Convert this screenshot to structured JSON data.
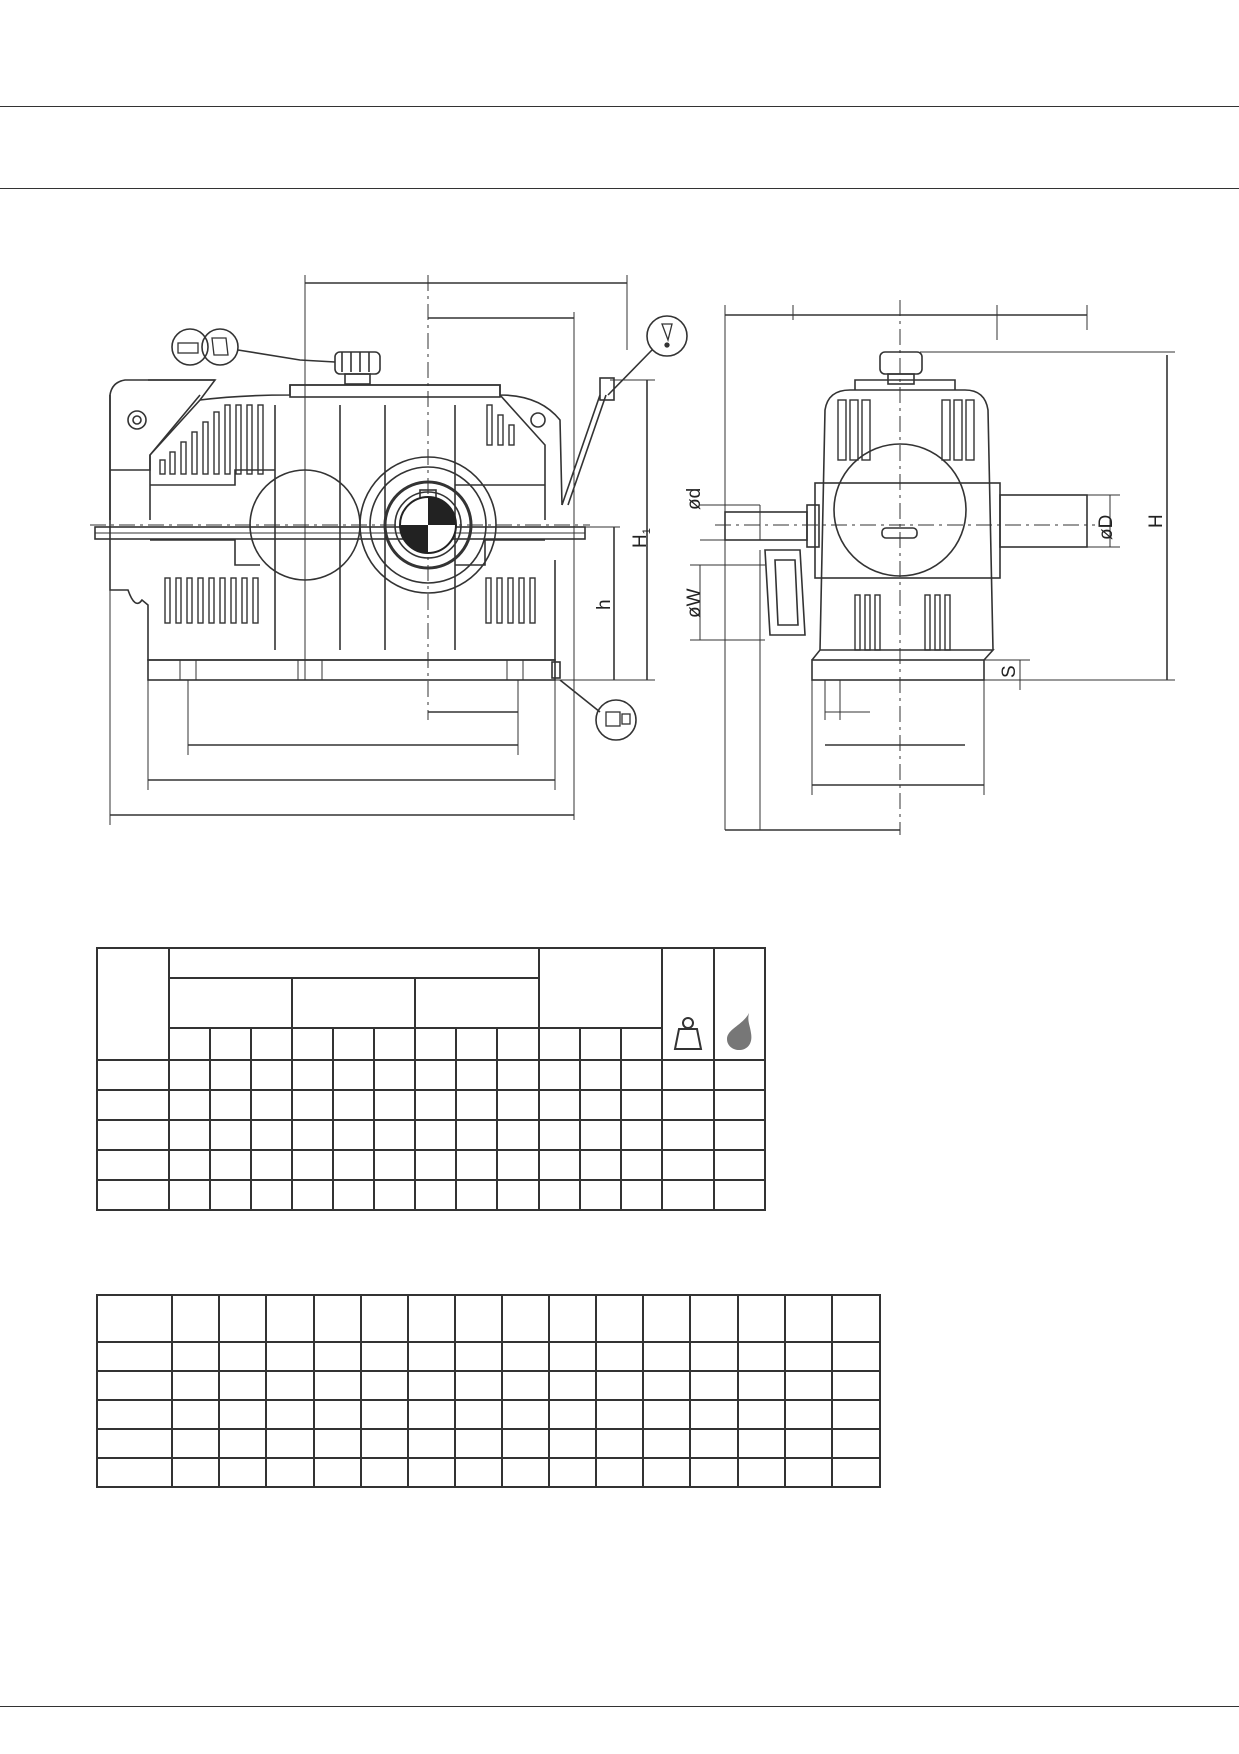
{
  "labels": {
    "h1": "H",
    "h1_sub": "1",
    "h": "h",
    "d_small": "ød",
    "w": "øW",
    "d_big": "øD",
    "H": "H",
    "s": "S"
  },
  "icons": [
    "oil-fill-icon",
    "oil-drain-icon",
    "breather-icon",
    "weight-icon",
    "oil-drop-icon"
  ],
  "colors": {
    "line": "#333333",
    "fill_grey": "#777777"
  }
}
